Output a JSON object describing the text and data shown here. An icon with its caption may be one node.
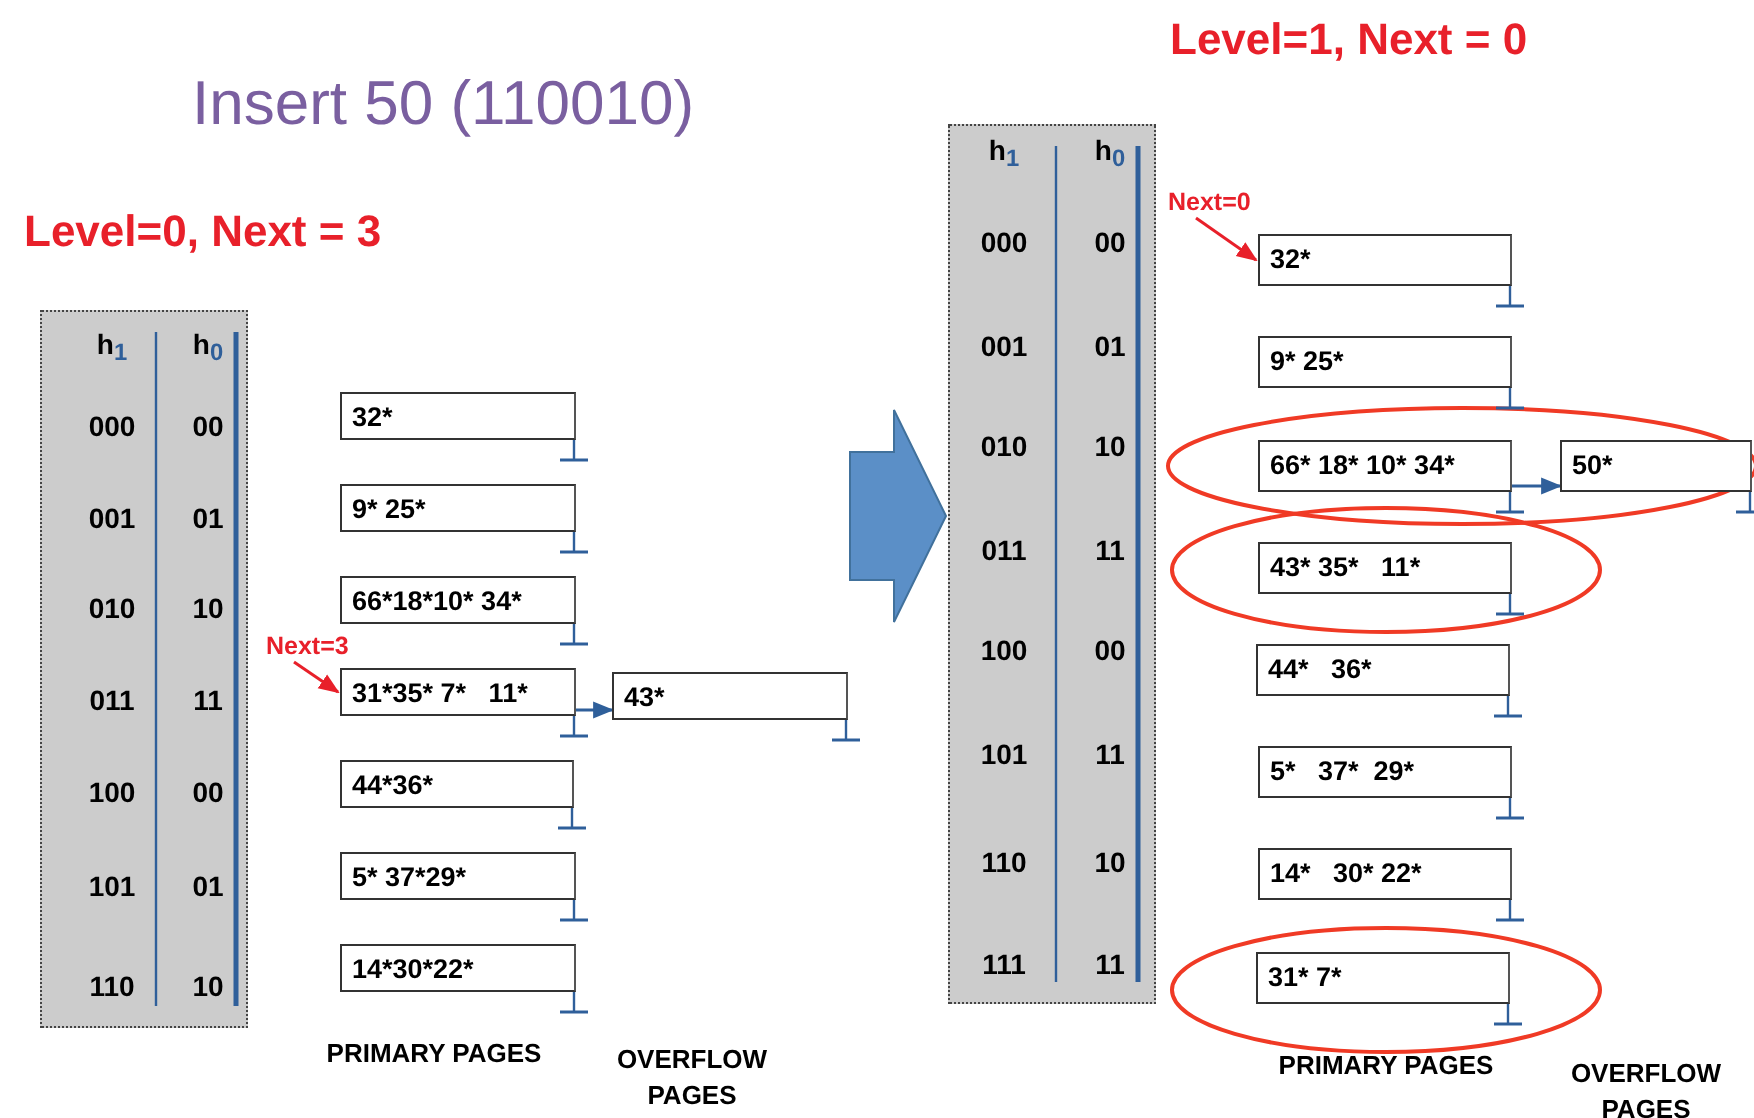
{
  "diagram": {
    "title": "Insert 50 (110010)",
    "nodes": [
      {
        "text": [
          "h$_{1}$",
          "h$_{0}$",
          "000",
          "00",
          "001",
          "01",
          "010",
          "10",
          "011",
          "11",
          "100",
          "00",
          "101",
          "01",
          "110",
          "10"
        ]
      },
      {
        "text": [
          "32*"
        ]
      },
      {
        "text": [
          "9* 25*"
        ]
      },
      {
        "text": [
          "66*18*10* 34*"
        ]
      },
      {
        "text": [
          "31*35* 7*   11*"
        ]
      },
      {
        "text": [
          "44*36*"
        ]
      },
      {
        "text": [
          "5* 37*29*"
        ]
      },
      {
        "text": [
          "14*30*22*"
        ]
      },
      {
        "text": [
          "43*"
        ]
      },
      {
        "text": [
          "Next=3"
        ]
      },
      {
        "text": [
          "h$_{1}$",
          "h$_{0}$",
          "000",
          "00",
          "001",
          "01",
          "010",
          "10",
          "011",
          "11",
          "100",
          "00",
          "101",
          "11",
          "110",
          "10",
          "111",
          "11"
        ]
      },
      {
        "text": [
          "Next=0"
        ]
      },
      {
        "text": [
          "32*"
        ]
      },
      {
        "text": [
          "9* 25*"
        ]
      },
      {
        "text": [
          "66* 18* 10* 34*"
        ]
      },
      {
        "text": [
          "43* 35*   11*"
        ]
      },
      {
        "text": [
          "44*   36*"
        ]
      },
      {
        "text": [
          "5*   37*  29*"
        ]
      },
      {
        "text": [
          "14*   30* 22*"
        ]
      },
      {
        "text": [
          "31* 7*"
        ]
      },
      {
        "text": [
          "50*"
        ]
      }
    ],
    "edges": [
      {
        "from": 4,
        "to": 8,
        "arrow": "to"
      },
      {
        "from": 9,
        "to": 4,
        "arrow": "to",
        "color": "#e8202a"
      },
      {
        "from": null,
        "to": 10,
        "arrow": "to",
        "style": "thick",
        "color": "#5b8fc7"
      },
      {
        "from": 11,
        "to": 12,
        "arrow": "to",
        "color": "#e8202a"
      },
      {
        "from": 14,
        "to": 20,
        "arrow": "to"
      }
    ],
    "labels": [
      "Level=0, Next = 3",
      "Level=1, Next = 0",
      "PRIMARY PAGES",
      "OVERFLOW PAGES",
      "PRIMARY PAGES",
      "OVERFLOW PAGES"
    ]
  }
}
